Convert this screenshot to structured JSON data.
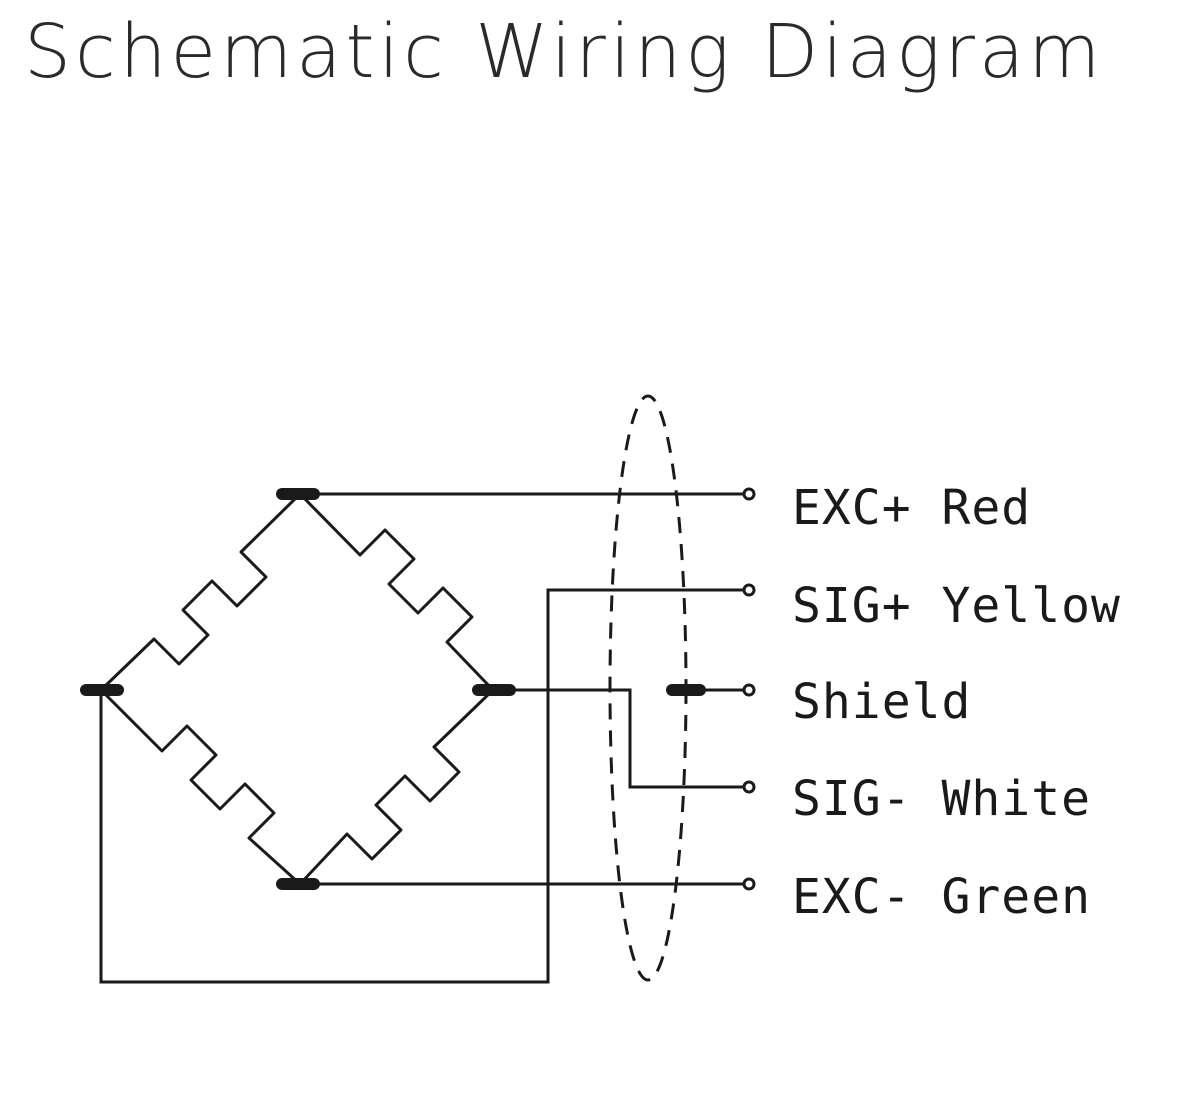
{
  "title": "Schematic Wiring Diagram",
  "terminals": [
    {
      "id": "exc-plus",
      "label": "EXC+ Red"
    },
    {
      "id": "sig-plus",
      "label": "SIG+ Yellow"
    },
    {
      "id": "shield",
      "label": "Shield"
    },
    {
      "id": "sig-minus",
      "label": "SIG- White"
    },
    {
      "id": "exc-minus",
      "label": "EXC- Green"
    }
  ],
  "colors": {
    "line": "#1a1a1a",
    "background": "#ffffff"
  }
}
